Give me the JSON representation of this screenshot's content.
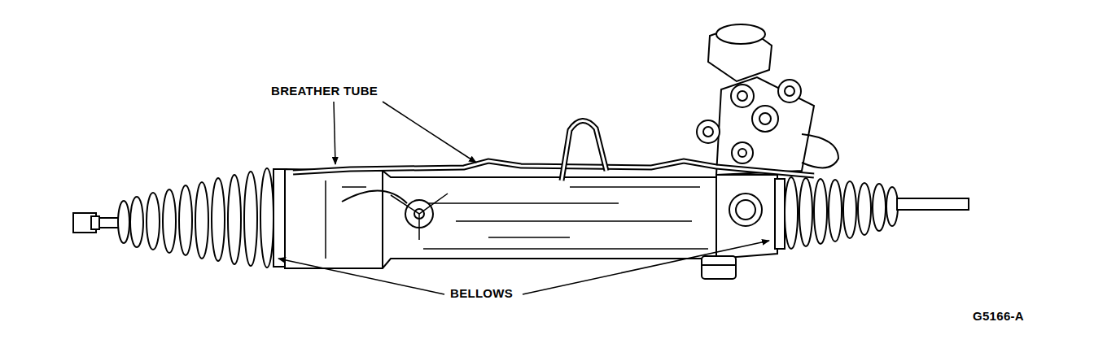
{
  "diagram": {
    "labels": [
      "BREATHER TUBE",
      "BELLOWS",
      "G5166-A"
    ]
  }
}
